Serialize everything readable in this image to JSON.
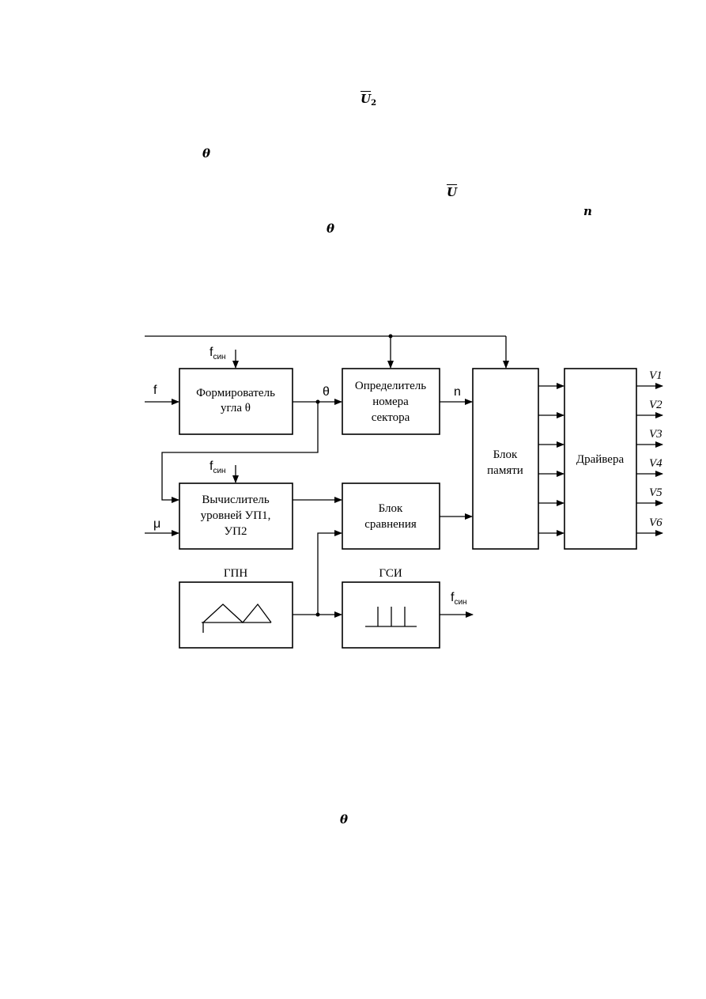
{
  "symbols": {
    "u2_base": "U",
    "u2_sub": "2",
    "theta1": "θ",
    "u": "U",
    "n": "n",
    "theta2": "θ",
    "theta3": "θ"
  },
  "diagram": {
    "blocks": {
      "shaper": [
        "Формирователь",
        "угла θ"
      ],
      "sector": [
        "Определитель",
        "номера",
        "сектора"
      ],
      "memory": [
        "Блок",
        "памяти"
      ],
      "drivers": "Драйвера",
      "calc": [
        "Вычислитель",
        "уровней УП1,",
        "УП2"
      ],
      "compare": [
        "Блок",
        "сравнения"
      ],
      "gpn": "ГПН",
      "gsi": "ГСИ"
    },
    "signals": {
      "f": "f",
      "mu": "μ",
      "theta": "θ",
      "n": "n",
      "fsync_base": "f",
      "fsync_sub": "син"
    },
    "outputs": [
      "V1",
      "V2",
      "V3",
      "V4",
      "V5",
      "V6"
    ]
  }
}
